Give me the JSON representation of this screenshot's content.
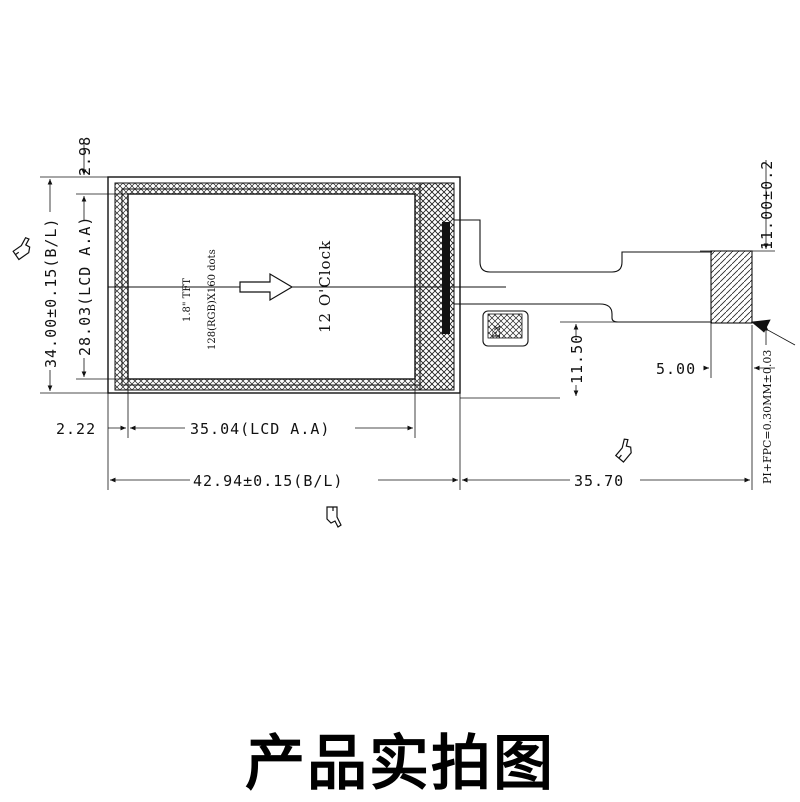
{
  "drawing": {
    "panel_type": "1.8\" TFT",
    "resolution": "128(RGB)X160 dots",
    "orientation": "12 O'Clock",
    "dimensions": {
      "outline_width": "42.94±0.15(B/L)",
      "outline_height": "34.00±0.15(B/L)",
      "active_width": "35.04(LCD A.A)",
      "active_height": "28.03(LCD A.A)",
      "left_offset": "2.22",
      "top_offset": "2.98",
      "fpc_length": "35.70",
      "fpc_height": "11.00±0.2",
      "fpc_position": "11.50",
      "stiffener": "5.00"
    },
    "fpc_note": "PI+FPC=0.30MM±0.03",
    "connector_mark": "Ex"
  },
  "caption": "产品实拍图"
}
